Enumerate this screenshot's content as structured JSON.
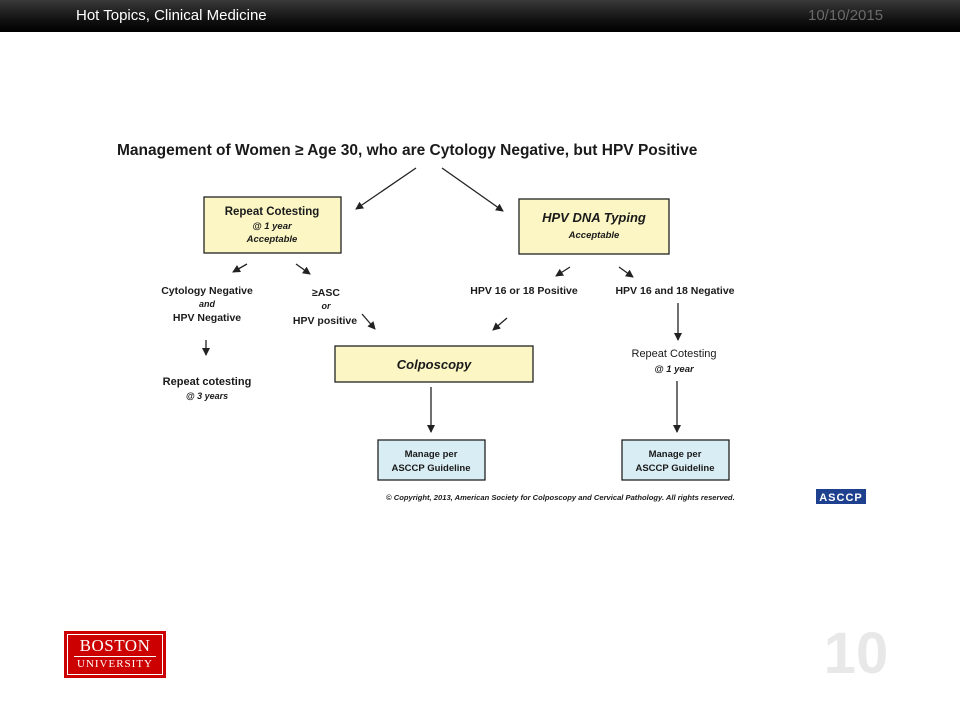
{
  "header": {
    "title": "Hot Topics, Clinical Medicine",
    "date": "10/10/2015"
  },
  "diagram": {
    "title": "Management of Women ≥ Age 30, who are Cytology Negative, but HPV Positive",
    "box_repeat": {
      "line1": "Repeat Cotesting",
      "line2": "@ 1 year",
      "line3": "Acceptable"
    },
    "box_typing": {
      "line1": "HPV DNA Typing",
      "line2": "Acceptable"
    },
    "cyto_neg": {
      "line1": "Cytology Negative",
      "line2": "and",
      "line3": "HPV Negative"
    },
    "asc": {
      "line1": "≥ASC",
      "line2": "or",
      "line3": "HPV positive"
    },
    "hpv_pos": "HPV 16 or 18 Positive",
    "hpv_neg": "HPV 16 and 18 Negative",
    "colposcopy": "Colposcopy",
    "repeat3": {
      "line1": "Repeat cotesting",
      "line2": "@ 3 years"
    },
    "repeat1": {
      "line1": "Repeat Cotesting",
      "line2": "@ 1 year"
    },
    "manage_left": {
      "line1": "Manage per",
      "line2": "ASCCP Guideline"
    },
    "manage_right": {
      "line1": "Manage per",
      "line2": "ASCCP Guideline"
    },
    "copyright": "© Copyright, 2013, American Society for Colposcopy and Cervical Pathology. All rights reserved.",
    "asccp_logo": "ASCCP"
  },
  "footer": {
    "logo_line1": "BOSTON",
    "logo_line2": "UNIVERSITY",
    "slide_number": "10"
  },
  "colors": {
    "yellow_box": "#fbf6c4",
    "blue_box": "#d9eef4",
    "bu_red": "#cc0000",
    "asccp_blue": "#1f3f8f"
  }
}
